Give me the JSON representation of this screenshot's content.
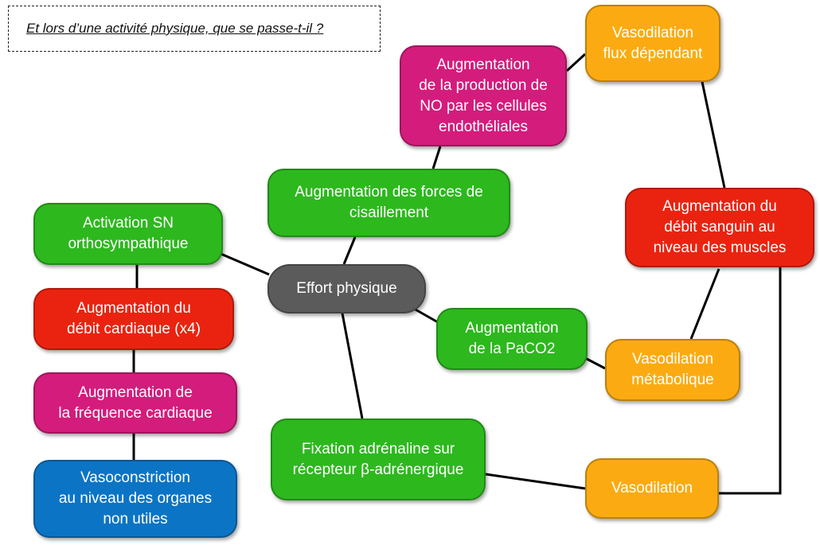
{
  "question": "Et lors d’une activité physique, que se passe-t-il ?",
  "colors": {
    "green": "#2db81e",
    "red": "#ea2310",
    "magenta": "#d41c7c",
    "blue": "#0c74c4",
    "orange": "#fbab11",
    "gray": "#5b5b5b"
  },
  "nodes": {
    "effort": "Effort physique",
    "activation_sn": "Activation SN\northosympathique",
    "debit_cardiaque": "Augmentation du\ndébit cardiaque (x4)",
    "frequence_cardiaque": "Augmentation de\nla fréquence cardiaque",
    "vasoconstriction": "Vasoconstriction\nau niveau des organes\nnon utiles",
    "forces_cisaillement": "Augmentation des forces de\ncisaillement",
    "production_no": "Augmentation\nde la production de\nNO par les cellules\nendothéliales",
    "vasodilation_flux": "Vasodilation\nflux dépendant",
    "debit_sanguin": "Augmentation du\ndébit sanguin au\nniveau des muscles",
    "paco2": "Augmentation\nde la PaCO2",
    "vasodilation_metabolique": "Vasodilation\nmétabolique",
    "fixation_adrenaline": "Fixation adrénaline sur\nrécepteur β-adrénergique",
    "vasodilation": "Vasodilation"
  }
}
